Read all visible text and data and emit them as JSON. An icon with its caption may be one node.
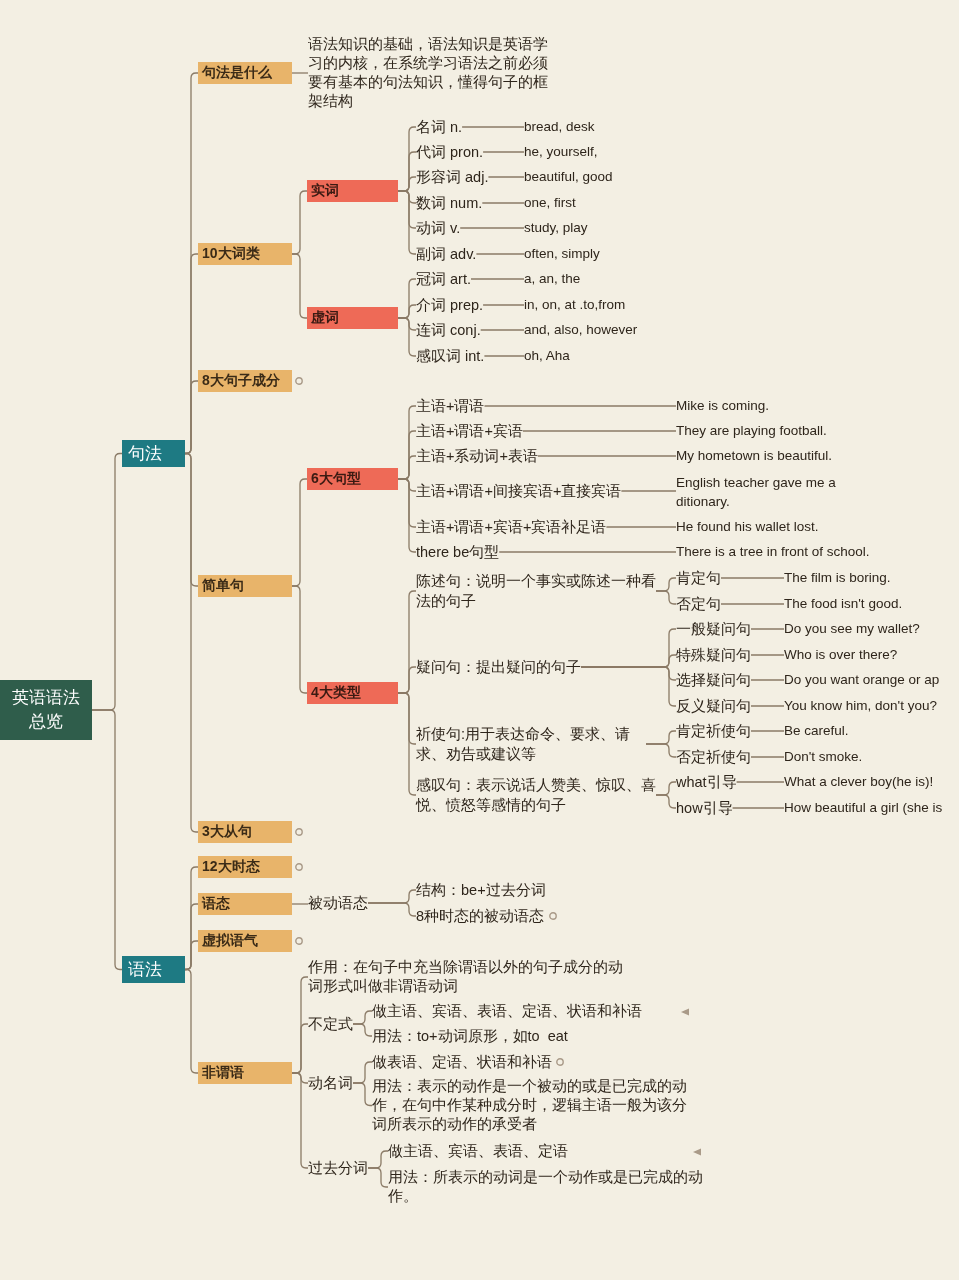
{
  "diagram": {
    "nodes": [
      {
        "text": [
          "英语语法总览"
        ]
      },
      {
        "text": [
          "句法"
        ]
      },
      {
        "text": [
          "句法是什么"
        ]
      },
      {
        "text": [
          "语法知识的基础，语法知识是英语学习的内核，在系统学习语法之前必须要有基本的句法知识，懂得句子的框架结构"
        ]
      },
      {
        "text": [
          "10大词类"
        ]
      },
      {
        "text": [
          "实词"
        ]
      },
      {
        "text": [
          "名词 n."
        ]
      },
      {
        "text": [
          "bread, desk"
        ]
      },
      {
        "text": [
          "代词 pron."
        ]
      },
      {
        "text": [
          "he, yourself,"
        ]
      },
      {
        "text": [
          "形容词 adj."
        ]
      },
      {
        "text": [
          "beautiful, good"
        ]
      },
      {
        "text": [
          "数词 num."
        ]
      },
      {
        "text": [
          "one, first"
        ]
      },
      {
        "text": [
          "动词 v."
        ]
      },
      {
        "text": [
          "study, play"
        ]
      },
      {
        "text": [
          "副词 adv."
        ]
      },
      {
        "text": [
          "often, simply"
        ]
      },
      {
        "text": [
          "虚词"
        ]
      },
      {
        "text": [
          "冠词 art."
        ]
      },
      {
        "text": [
          "a, an, the"
        ]
      },
      {
        "text": [
          "介词 prep."
        ]
      },
      {
        "text": [
          "in, on, at .to,from"
        ]
      },
      {
        "text": [
          "连词 conj."
        ]
      },
      {
        "text": [
          "and, also, however"
        ]
      },
      {
        "text": [
          "感叹词 int."
        ]
      },
      {
        "text": [
          "oh, Aha"
        ]
      },
      {
        "text": [
          "8大句子成分"
        ]
      },
      {
        "text": [
          "简单句"
        ]
      },
      {
        "text": [
          "6大句型"
        ]
      },
      {
        "text": [
          "主语+谓语"
        ]
      },
      {
        "text": [
          "Mike is coming."
        ]
      },
      {
        "text": [
          "主语+谓语+宾语"
        ]
      },
      {
        "text": [
          "They are playing football."
        ]
      },
      {
        "text": [
          "主语+系动词+表语"
        ]
      },
      {
        "text": [
          "My hometown is beautiful."
        ]
      },
      {
        "text": [
          "主语+谓语+间接宾语+直接宾语"
        ]
      },
      {
        "text": [
          "English teacher gave me a ditionary."
        ]
      },
      {
        "text": [
          "主语+谓语+宾语+宾语补足语"
        ]
      },
      {
        "text": [
          "He found his wallet lost."
        ]
      },
      {
        "text": [
          "there be句型"
        ]
      },
      {
        "text": [
          "There is a tree in front of school."
        ]
      },
      {
        "text": [
          "4大类型"
        ]
      },
      {
        "text": [
          "陈述句：说明一个事实或陈述一种看法的句子"
        ]
      },
      {
        "text": [
          "肯定句"
        ]
      },
      {
        "text": [
          "The film is boring."
        ]
      },
      {
        "text": [
          "否定句"
        ]
      },
      {
        "text": [
          "The food isn't good."
        ]
      },
      {
        "text": [
          "疑问句：提出疑问的句子"
        ]
      },
      {
        "text": [
          "一般疑问句"
        ]
      },
      {
        "text": [
          "Do you see my wallet?"
        ]
      },
      {
        "text": [
          "特殊疑问句"
        ]
      },
      {
        "text": [
          "Who is over there?"
        ]
      },
      {
        "text": [
          "选择疑问句"
        ]
      },
      {
        "text": [
          "Do you want orange or ap"
        ]
      },
      {
        "text": [
          "反义疑问句"
        ]
      },
      {
        "text": [
          "You know him, don't you?"
        ]
      },
      {
        "text": [
          "祈使句:用于表达命令、要求、请求、劝告或建议等"
        ]
      },
      {
        "text": [
          "肯定祈使句"
        ]
      },
      {
        "text": [
          "Be careful."
        ]
      },
      {
        "text": [
          "否定祈使句"
        ]
      },
      {
        "text": [
          "Don't smoke."
        ]
      },
      {
        "text": [
          "感叹句：表示说话人赞美、惊叹、喜悦、愤怒等感情的句子"
        ]
      },
      {
        "text": [
          "what引导"
        ]
      },
      {
        "text": [
          "What a clever boy(he is)!"
        ]
      },
      {
        "text": [
          "how引导"
        ]
      },
      {
        "text": [
          "How beautiful a girl (she is"
        ]
      },
      {
        "text": [
          "3大从句"
        ]
      },
      {
        "text": [
          "语法"
        ]
      },
      {
        "text": [
          "12大时态"
        ]
      },
      {
        "text": [
          "语态"
        ]
      },
      {
        "text": [
          "被动语态"
        ]
      },
      {
        "text": [
          "结构：be+过去分词"
        ]
      },
      {
        "text": [
          "8种时态的被动语态"
        ]
      },
      {
        "text": [
          "虚拟语气"
        ]
      },
      {
        "text": [
          "非谓语"
        ]
      },
      {
        "text": [
          "作用：在句子中充当除谓语以外的句子成分的动词形式叫做非谓语动词"
        ]
      },
      {
        "text": [
          "不定式"
        ]
      },
      {
        "text": [
          "做主语、宾语、表语、定语、状语和补语"
        ]
      },
      {
        "text": [
          "用法：to+动词原形，如to  eat"
        ]
      },
      {
        "text": [
          "动名词"
        ]
      },
      {
        "text": [
          "做表语、定语、状语和补语"
        ]
      },
      {
        "text": [
          "用法：表示的动作是一个被动的或是已完成的动作，在句中作某种成分时，逻辑主语一般为该分词所表示的动作的承受者"
        ]
      },
      {
        "text": [
          "过去分词"
        ]
      },
      {
        "text": [
          "做主语、宾语、表语、定语"
        ]
      },
      {
        "text": [
          "用法：所表示的动词是一个动作或是已完成的动作。"
        ]
      }
    ],
    "edges": [
      {
        "from": 0,
        "to": 1,
        "arrow": "none"
      },
      {
        "from": 0,
        "to": 68,
        "arrow": "none"
      },
      {
        "from": 1,
        "to": 2,
        "arrow": "none"
      },
      {
        "from": 1,
        "to": 4,
        "arrow": "none"
      },
      {
        "from": 1,
        "to": 27,
        "arrow": "none"
      },
      {
        "from": 1,
        "to": 28,
        "arrow": "none"
      },
      {
        "from": 1,
        "to": 67,
        "arrow": "none"
      },
      {
        "from": 2,
        "to": 3,
        "arrow": "none"
      },
      {
        "from": 4,
        "to": 5,
        "arrow": "none"
      },
      {
        "from": 4,
        "to": 18,
        "arrow": "none"
      },
      {
        "from": 5,
        "to": 6,
        "arrow": "none"
      },
      {
        "from": 5,
        "to": 8,
        "arrow": "none"
      },
      {
        "from": 5,
        "to": 10,
        "arrow": "none"
      },
      {
        "from": 5,
        "to": 12,
        "arrow": "none"
      },
      {
        "from": 5,
        "to": 14,
        "arrow": "none"
      },
      {
        "from": 5,
        "to": 16,
        "arrow": "none"
      },
      {
        "from": 6,
        "to": 7,
        "arrow": "none"
      },
      {
        "from": 8,
        "to": 9,
        "arrow": "none"
      },
      {
        "from": 10,
        "to": 11,
        "arrow": "none"
      },
      {
        "from": 12,
        "to": 13,
        "arrow": "none"
      },
      {
        "from": 14,
        "to": 15,
        "arrow": "none"
      },
      {
        "from": 16,
        "to": 17,
        "arrow": "none"
      },
      {
        "from": 18,
        "to": 19,
        "arrow": "none"
      },
      {
        "from": 18,
        "to": 21,
        "arrow": "none"
      },
      {
        "from": 18,
        "to": 23,
        "arrow": "none"
      },
      {
        "from": 18,
        "to": 25,
        "arrow": "none"
      },
      {
        "from": 19,
        "to": 20,
        "arrow": "none"
      },
      {
        "from": 21,
        "to": 22,
        "arrow": "none"
      },
      {
        "from": 23,
        "to": 24,
        "arrow": "none"
      },
      {
        "from": 25,
        "to": 26,
        "arrow": "none"
      },
      {
        "from": 28,
        "to": 29,
        "arrow": "none"
      },
      {
        "from": 28,
        "to": 42,
        "arrow": "none"
      },
      {
        "from": 29,
        "to": 30,
        "arrow": "none"
      },
      {
        "from": 29,
        "to": 32,
        "arrow": "none"
      },
      {
        "from": 29,
        "to": 34,
        "arrow": "none"
      },
      {
        "from": 29,
        "to": 36,
        "arrow": "none"
      },
      {
        "from": 29,
        "to": 38,
        "arrow": "none"
      },
      {
        "from": 29,
        "to": 40,
        "arrow": "none"
      },
      {
        "from": 30,
        "to": 31,
        "arrow": "none"
      },
      {
        "from": 32,
        "to": 33,
        "arrow": "none"
      },
      {
        "from": 34,
        "to": 35,
        "arrow": "none"
      },
      {
        "from": 36,
        "to": 37,
        "arrow": "none"
      },
      {
        "from": 38,
        "to": 39,
        "arrow": "none"
      },
      {
        "from": 40,
        "to": 41,
        "arrow": "none"
      },
      {
        "from": 42,
        "to": 43,
        "arrow": "none"
      },
      {
        "from": 42,
        "to": 48,
        "arrow": "none"
      },
      {
        "from": 42,
        "to": 57,
        "arrow": "none"
      },
      {
        "from": 42,
        "to": 62,
        "arrow": "none"
      },
      {
        "from": 43,
        "to": 44,
        "arrow": "none"
      },
      {
        "from": 43,
        "to": 46,
        "arrow": "none"
      },
      {
        "from": 44,
        "to": 45,
        "arrow": "none"
      },
      {
        "from": 46,
        "to": 47,
        "arrow": "none"
      },
      {
        "from": 48,
        "to": 49,
        "arrow": "none"
      },
      {
        "from": 48,
        "to": 51,
        "arrow": "none"
      },
      {
        "from": 48,
        "to": 53,
        "arrow": "none"
      },
      {
        "from": 48,
        "to": 55,
        "arrow": "none"
      },
      {
        "from": 49,
        "to": 50,
        "arrow": "none"
      },
      {
        "from": 51,
        "to": 52,
        "arrow": "none"
      },
      {
        "from": 53,
        "to": 54,
        "arrow": "none"
      },
      {
        "from": 55,
        "to": 56,
        "arrow": "none"
      },
      {
        "from": 57,
        "to": 58,
        "arrow": "none"
      },
      {
        "from": 57,
        "to": 60,
        "arrow": "none"
      },
      {
        "from": 58,
        "to": 59,
        "arrow": "none"
      },
      {
        "from": 60,
        "to": 61,
        "arrow": "none"
      },
      {
        "from": 62,
        "to": 63,
        "arrow": "none"
      },
      {
        "from": 62,
        "to": 65,
        "arrow": "none"
      },
      {
        "from": 63,
        "to": 64,
        "arrow": "none"
      },
      {
        "from": 65,
        "to": 66,
        "arrow": "none"
      },
      {
        "from": 68,
        "to": 69,
        "arrow": "none"
      },
      {
        "from": 68,
        "to": 70,
        "arrow": "none"
      },
      {
        "from": 68,
        "to": 74,
        "arrow": "none"
      },
      {
        "from": 68,
        "to": 75,
        "arrow": "none"
      },
      {
        "from": 70,
        "to": 71,
        "arrow": "none"
      },
      {
        "from": 71,
        "to": 72,
        "arrow": "none"
      },
      {
        "from": 71,
        "to": 73,
        "arrow": "none"
      },
      {
        "from": 75,
        "to": 76,
        "arrow": "none"
      },
      {
        "from": 75,
        "to": 77,
        "arrow": "none"
      },
      {
        "from": 75,
        "to": 80,
        "arrow": "none"
      },
      {
        "from": 75,
        "to": 83,
        "arrow": "none"
      },
      {
        "from": 77,
        "to": 78,
        "arrow": "none"
      },
      {
        "from": 77,
        "to": 79,
        "arrow": "none"
      },
      {
        "from": 80,
        "to": 81,
        "arrow": "none"
      },
      {
        "from": 80,
        "to": 82,
        "arrow": "none"
      },
      {
        "from": 83,
        "to": 84,
        "arrow": "none"
      },
      {
        "from": 83,
        "to": 85,
        "arrow": "none"
      }
    ]
  }
}
